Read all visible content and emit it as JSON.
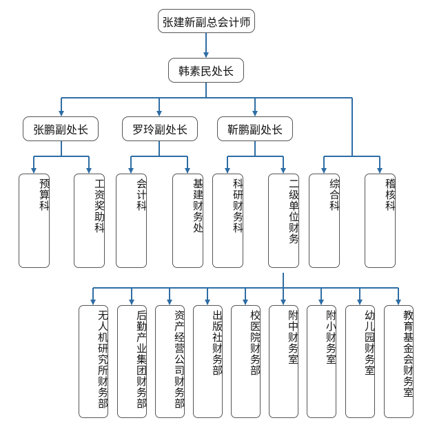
{
  "top": "张建新副总会计师",
  "chief": "韩素民处长",
  "deputies": [
    "张鹏副处长",
    "罗玲副处长",
    "靳鹏副处长"
  ],
  "depts": [
    "预算科",
    "工资奖助科",
    "会计科",
    "基建财务处",
    "科研财务科",
    "二级单位财务",
    "综合科",
    "稽核科"
  ],
  "units": [
    "无人机研究所财务部",
    "后勤产业集团财务部",
    "资产经营公司财务部",
    "出版社财务部",
    "校医院财务部",
    "附中财务室",
    "附小财务室",
    "幼儿园财务室",
    "教育基金会财务室"
  ],
  "colors": {
    "connector": "#2E6DA4",
    "border": "#555555"
  }
}
